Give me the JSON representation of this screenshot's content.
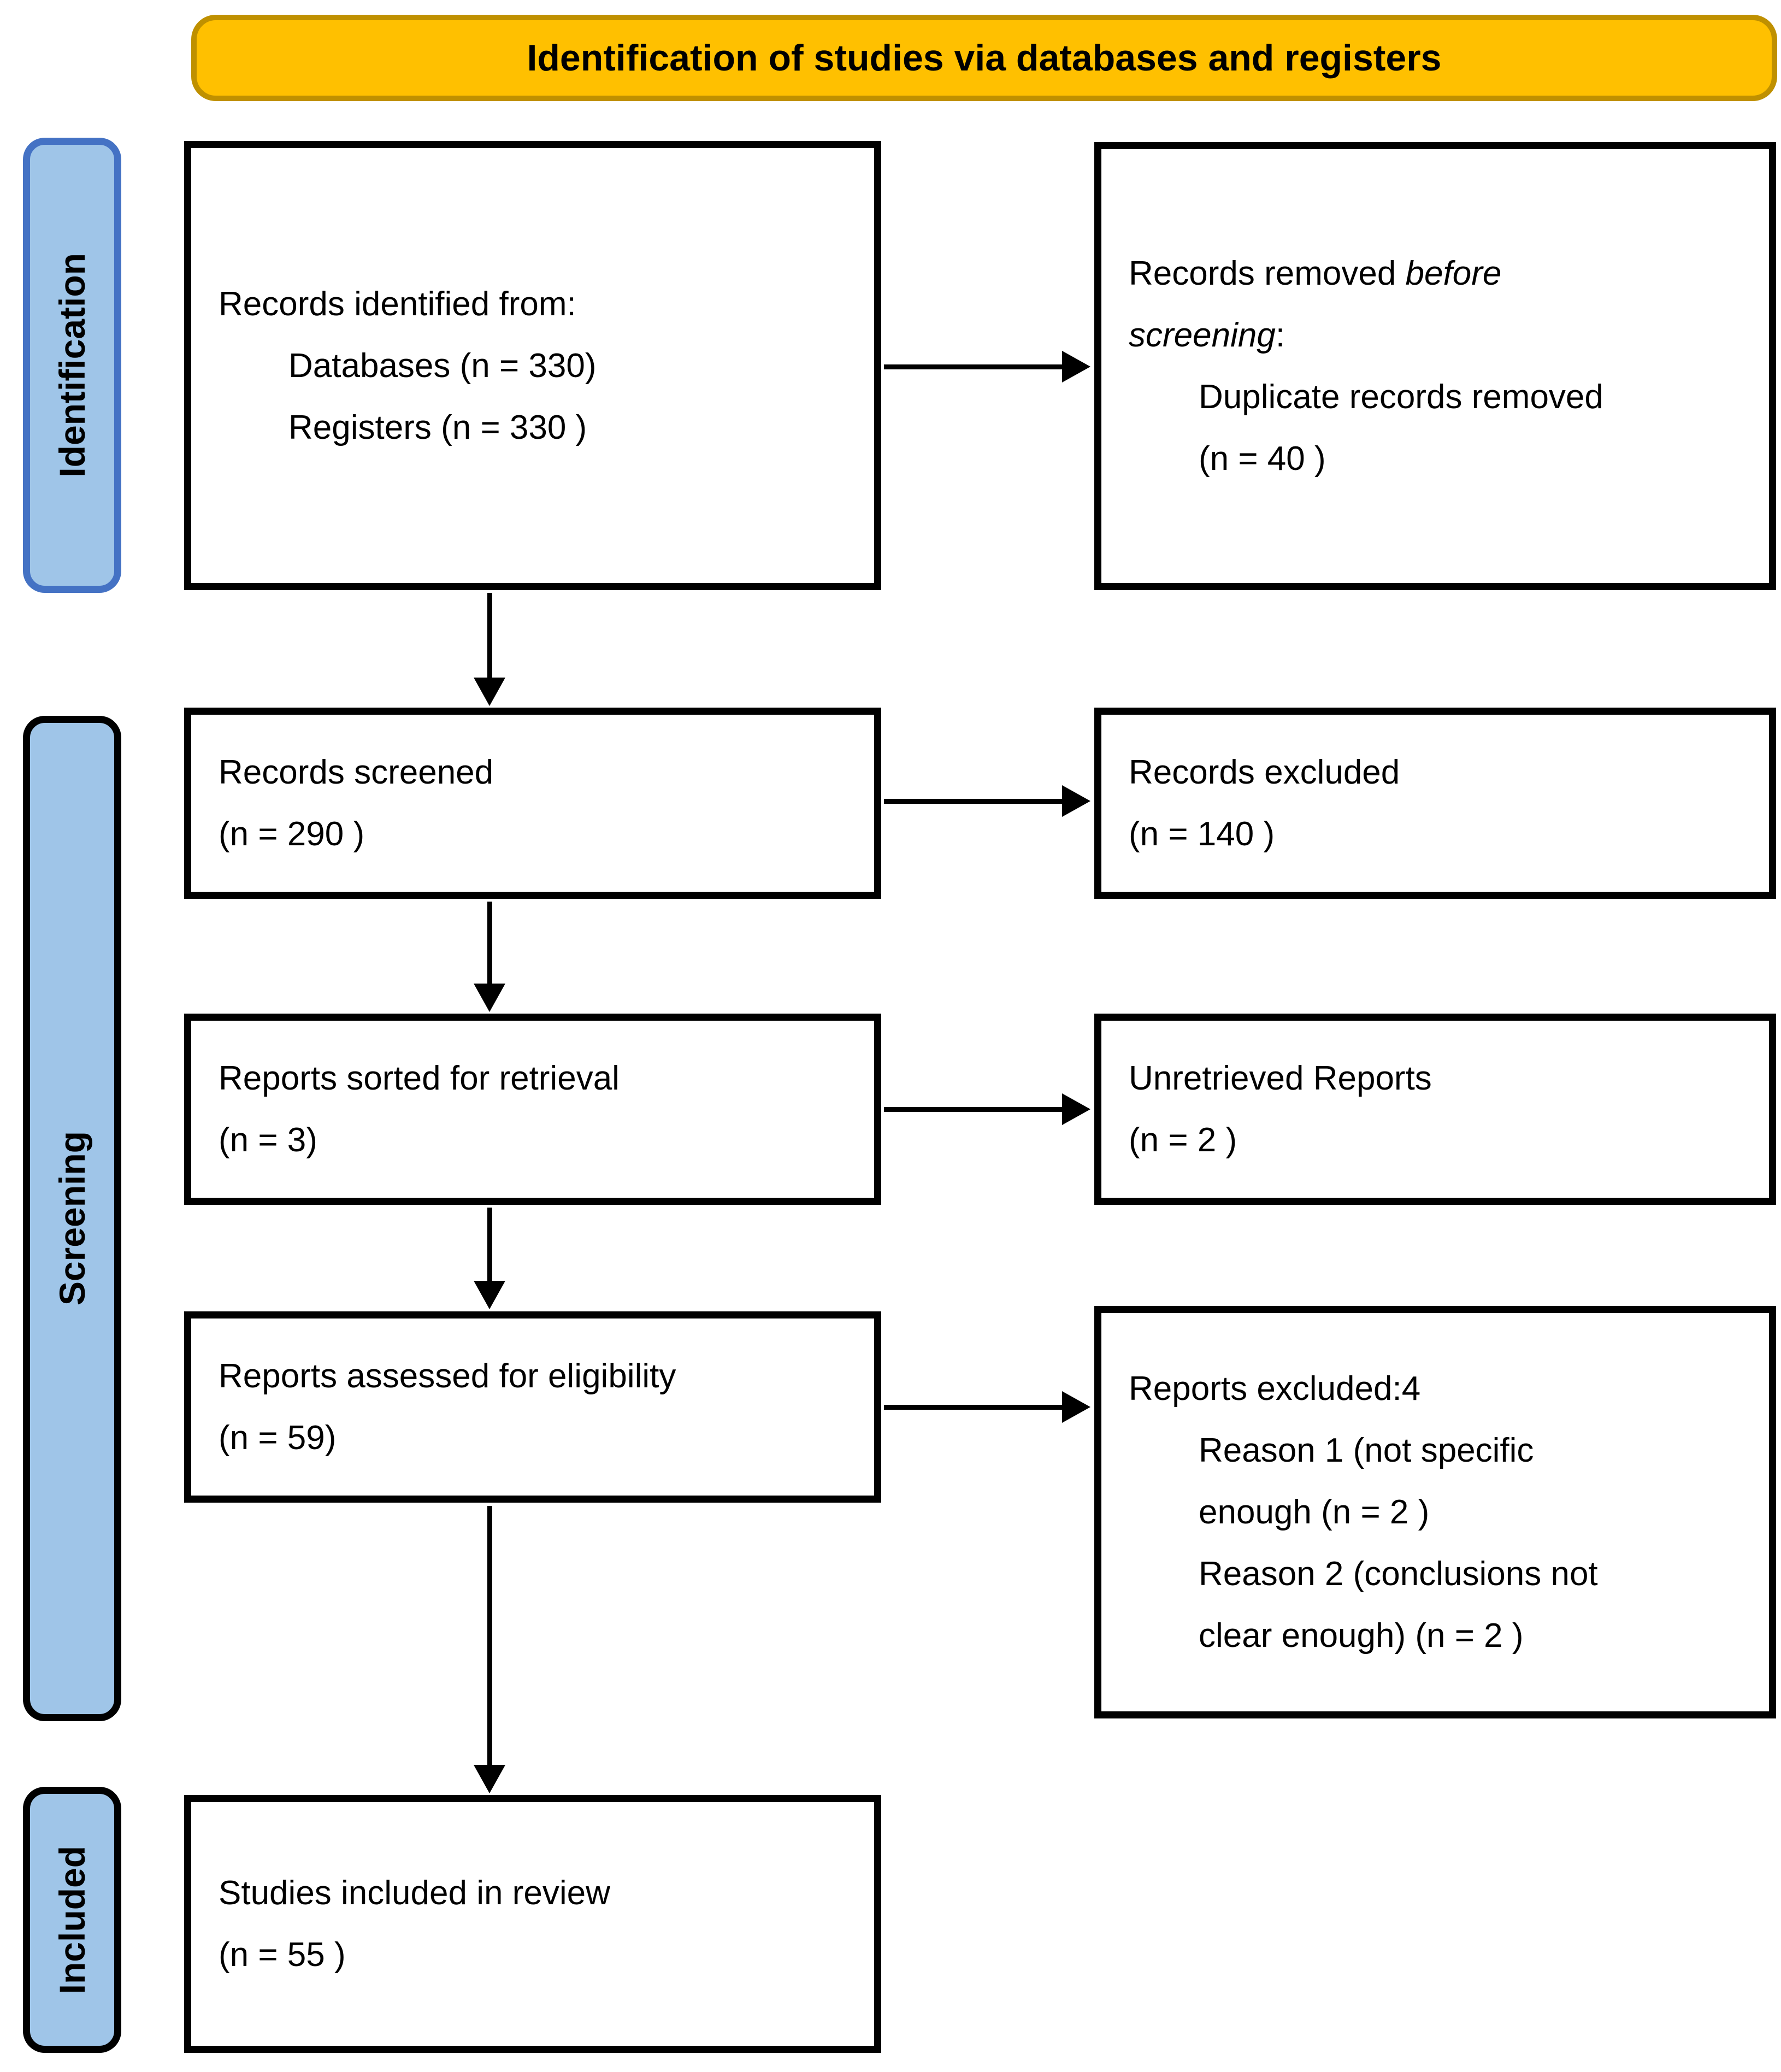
{
  "banner": {
    "title": "Identification of studies via databases and registers"
  },
  "stages": {
    "identification": "Identification",
    "screening": "Screening",
    "included": "Included"
  },
  "boxes": {
    "records_identified": {
      "lines": [
        "Records identified from:",
        "Databases (n = 330)",
        "Registers (n = 330 )"
      ]
    },
    "records_removed": {
      "line1_normal": "Records removed ",
      "line1_italic": "before",
      "line2_italic": "screening",
      "line2_normal": ":",
      "line3": "Duplicate records removed",
      "line4": "(n = 40 )"
    },
    "records_screened": {
      "lines": [
        "Records screened",
        "(n = 290 )"
      ]
    },
    "records_excluded": {
      "lines": [
        "Records excluded",
        "(n = 140 )"
      ]
    },
    "reports_sorted": {
      "lines": [
        "Reports sorted for retrieval",
        "(n = 3)"
      ]
    },
    "unretrieved_reports": {
      "lines": [
        "Unretrieved Reports",
        "(n = 2 )"
      ]
    },
    "reports_assessed": {
      "lines": [
        "Reports assessed for eligibility",
        "(n = 59)"
      ]
    },
    "reports_excluded": {
      "lines": [
        "Reports excluded:4",
        "Reason 1 (not specific",
        "enough (n = 2 )",
        "Reason 2 (conclusions not",
        "clear enough) (n = 2 )"
      ]
    },
    "studies_included": {
      "lines": [
        "Studies included in review",
        "(n = 55 )"
      ]
    }
  },
  "colors": {
    "banner_fill": "#FFC000",
    "banner_border": "#BF9000",
    "stage_fill": "#9FC5E8",
    "identification_border": "#4472C4",
    "stage_border": "#000000",
    "box_border": "#000000",
    "arrow": "#000000"
  }
}
